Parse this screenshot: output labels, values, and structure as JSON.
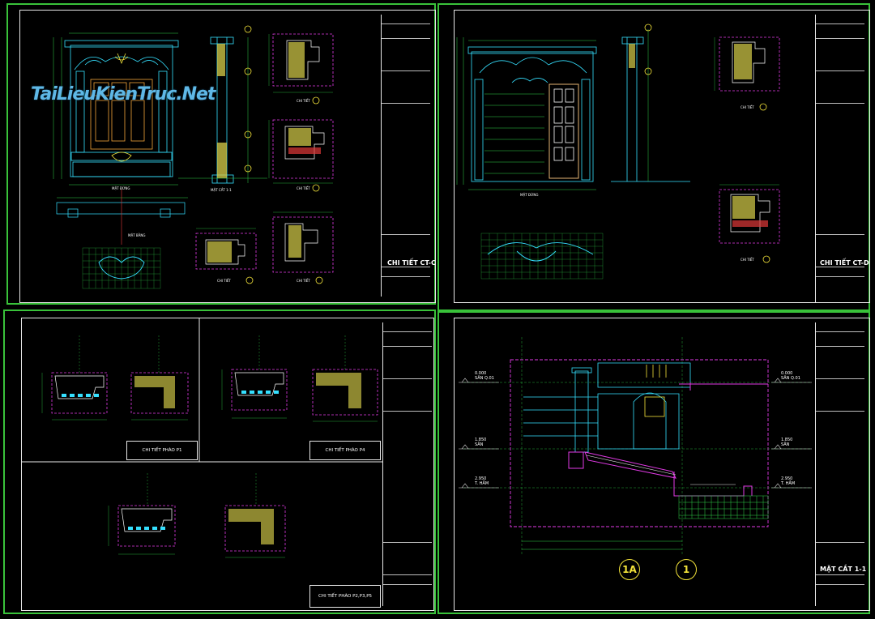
{
  "watermark": {
    "brand": "TaiLieuKienTruc.Net"
  },
  "sheets": [
    {
      "id": "sheet-1",
      "sheet_title": "CHI TIẾT CT-C",
      "labels": {
        "mat_dung": "MẶT ĐỨNG",
        "mat_cat": "MẶT CẮT 1-1",
        "mat_bang": "MẶT BẰNG",
        "chi_tiet": "CHI TIẾT"
      }
    },
    {
      "id": "sheet-2",
      "sheet_title": "CHI TIẾT CT-D",
      "labels": {
        "mat_dung": "MẶT ĐỨNG",
        "chi_tiet": "CHI TIẾT"
      }
    },
    {
      "id": "sheet-3",
      "labels": {
        "p1": "CHI TIẾT PHÀO P1",
        "p4": "CHI TIẾT PHÀO P4",
        "p235": "CHI TIẾT PHÀO P2,P3,P5"
      }
    },
    {
      "id": "sheet-4",
      "sheet_title": "MẶT CẮT 1-1",
      "levels": {
        "left_top": "0.000",
        "left_top_sub": "SÂN Q.01",
        "left_mid": "1.850",
        "left_mid_sub": "SÂN",
        "left_low": "2.950",
        "left_low_sub": "T. HẦM",
        "right_top": "0.000",
        "right_top_sub": "SÂN Q.01",
        "right_mid": "1.850",
        "right_mid_sub": "SÂN",
        "right_low": "2.950",
        "right_low_sub": "T. HẦM"
      },
      "axes": {
        "a": "1A",
        "b": "1"
      }
    }
  ],
  "colors": {
    "sheet_border": "#39c23a",
    "frame": "#e8e8e8",
    "cyan": "#35e0ff",
    "magenta": "#e23ae6",
    "yellow": "#f3e33a",
    "green": "#2fd34a",
    "hatch": "#d9d04a"
  }
}
